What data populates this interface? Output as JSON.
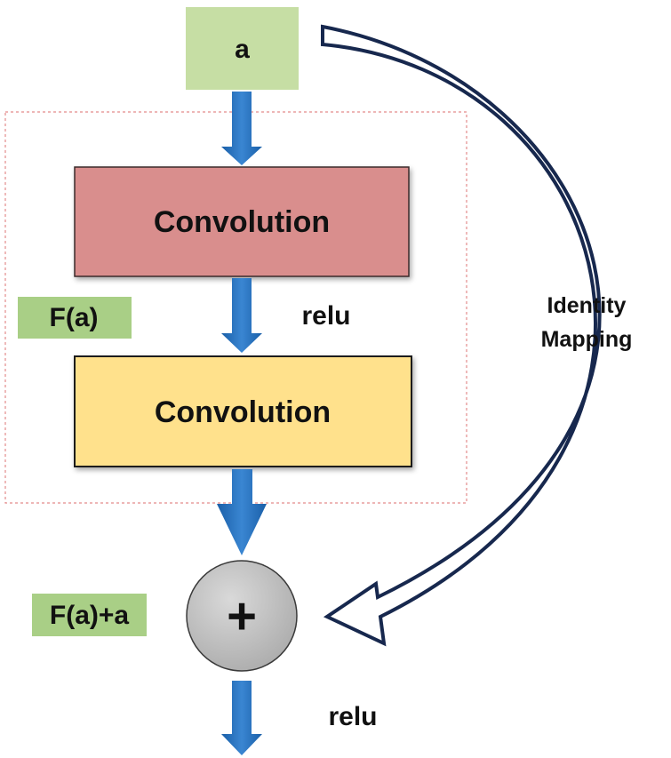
{
  "input": {
    "label": "a"
  },
  "block1": {
    "label": "Convolution"
  },
  "block2": {
    "label": "Convolution"
  },
  "residual": {
    "label": "F(a)"
  },
  "activation1": {
    "label": "relu"
  },
  "sum": {
    "symbol": "+",
    "label": "F(a)+a"
  },
  "activation2": {
    "label": "relu"
  },
  "shortcut": {
    "line1": "Identity",
    "line2": "Mapping"
  },
  "colors": {
    "input_fill": "#c6dea4",
    "label_fill": "#a9cf86",
    "conv1_fill": "#d98e8d",
    "conv2_fill": "#ffe18c",
    "arrow": "#1f6fbf",
    "sum_fill": "#c0c0c0",
    "shortcut_stroke": "#17284e",
    "dashed_border": "#e38b8b"
  }
}
